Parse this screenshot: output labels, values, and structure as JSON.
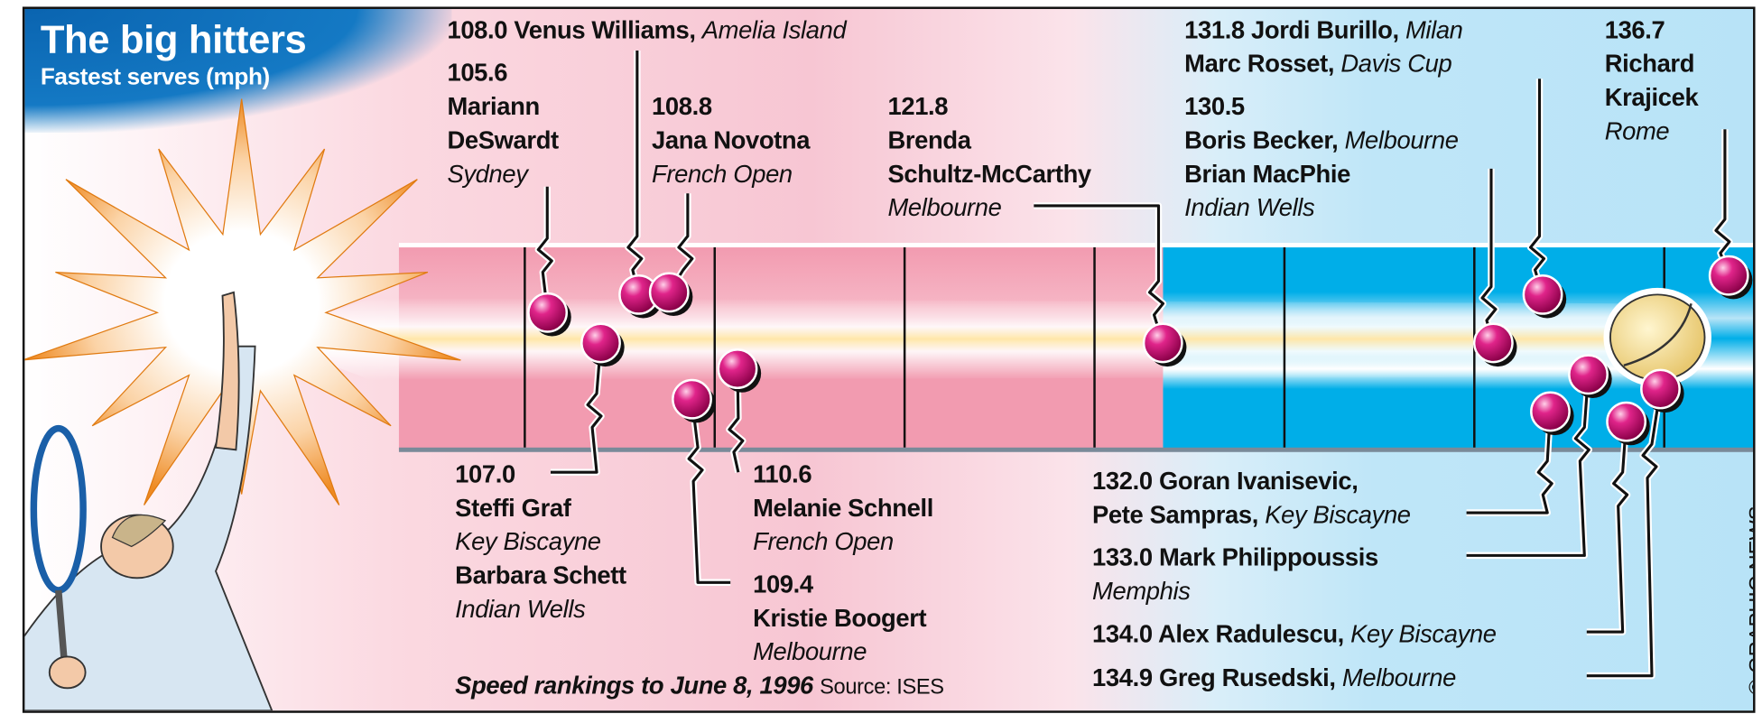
{
  "header": {
    "title": "The big hitters",
    "subtitle": "Fastest serves (mph)"
  },
  "footer": {
    "note": "Speed rankings to June 8, 1996",
    "source": "Source: ISES"
  },
  "credit": "© GRAPHIC NEWS",
  "scale": {
    "min": 105,
    "max": 135,
    "step": 5
  },
  "colors": {
    "pink_band": "#f29bb0",
    "blue_band": "#00aee8",
    "ball": "#d0106f",
    "ball_highlight": "#ffd0e8"
  },
  "records": [
    {
      "speed": "108.0",
      "players": [
        {
          "name": "Venus Williams",
          "venue": "Amelia Island"
        }
      ]
    },
    {
      "speed": "105.6",
      "players": [
        {
          "name": "Mariann",
          "name2": "DeSwardt",
          "venue": "Sydney"
        }
      ]
    },
    {
      "speed": "108.8",
      "players": [
        {
          "name": "Jana Novotna",
          "venue": "French Open"
        }
      ]
    },
    {
      "speed": "121.8",
      "players": [
        {
          "name": "Brenda",
          "name2": "Schultz-McCarthy",
          "venue": "Melbourne"
        }
      ]
    },
    {
      "speed": "131.8",
      "players": [
        {
          "name": "Jordi Burillo",
          "venue": "Milan"
        },
        {
          "name": "Marc Rosset",
          "venue": "Davis Cup"
        }
      ]
    },
    {
      "speed": "130.5",
      "players": [
        {
          "name": "Boris Becker",
          "venue": "Melbourne"
        },
        {
          "name": "Brian MacPhie",
          "venue": "Indian Wells"
        }
      ]
    },
    {
      "speed": "136.7",
      "players": [
        {
          "name": "Richard",
          "name2": "Krajicek",
          "venue": "Rome"
        }
      ]
    },
    {
      "speed": "107.0",
      "players": [
        {
          "name": "Steffi Graf",
          "venue": "Key Biscayne"
        },
        {
          "name": "Barbara Schett",
          "venue": "Indian Wells"
        }
      ]
    },
    {
      "speed": "110.6",
      "players": [
        {
          "name": "Melanie Schnell",
          "venue": "French Open"
        }
      ]
    },
    {
      "speed": "109.4",
      "players": [
        {
          "name": "Kristie Boogert",
          "venue": "Melbourne"
        }
      ]
    },
    {
      "speed": "132.0",
      "players": [
        {
          "name": "Goran Ivanisevic"
        },
        {
          "name": "Pete Sampras",
          "venue": "Key Biscayne"
        }
      ]
    },
    {
      "speed": "133.0",
      "players": [
        {
          "name": "Mark Philippoussis",
          "venue": "Memphis"
        }
      ]
    },
    {
      "speed": "134.0",
      "players": [
        {
          "name": "Alex Radulescu",
          "venue": "Key Biscayne"
        }
      ]
    },
    {
      "speed": "134.9",
      "players": [
        {
          "name": "Greg Rusedski",
          "venue": "Melbourne"
        }
      ]
    }
  ]
}
